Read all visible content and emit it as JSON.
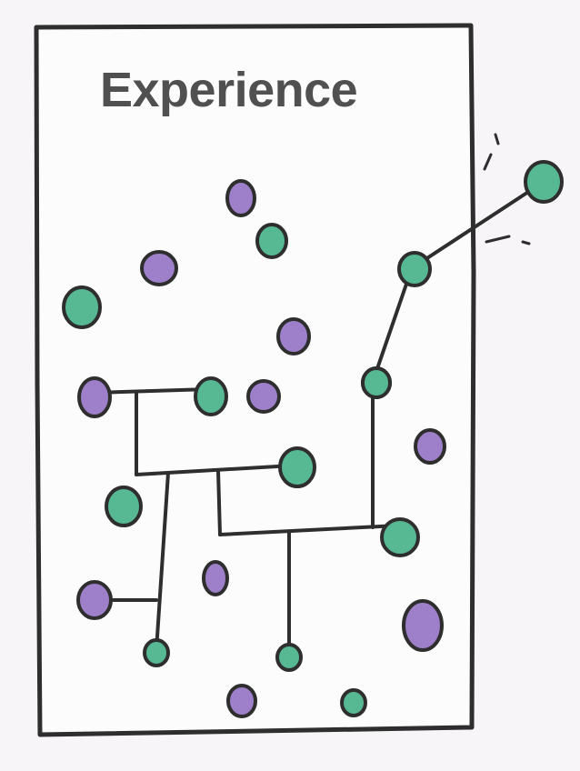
{
  "title": "Experience",
  "colors": {
    "background": "#f7f5f7",
    "box_fill": "#fcfcfd",
    "outline": "#2e2e2e",
    "green": "#57b894",
    "purple": "#9d80c9",
    "title": "#505050"
  },
  "nodes": [
    {
      "id": "n1",
      "color": "purple"
    },
    {
      "id": "n2",
      "color": "green"
    },
    {
      "id": "n3",
      "color": "purple"
    },
    {
      "id": "n4",
      "color": "green"
    },
    {
      "id": "n5",
      "color": "purple"
    },
    {
      "id": "n6",
      "color": "purple"
    },
    {
      "id": "n7",
      "color": "green"
    },
    {
      "id": "n8",
      "color": "purple"
    },
    {
      "id": "n9",
      "color": "green"
    },
    {
      "id": "n10",
      "color": "green"
    },
    {
      "id": "n11",
      "color": "purple"
    },
    {
      "id": "n12",
      "color": "green"
    },
    {
      "id": "n13",
      "color": "purple"
    },
    {
      "id": "n14",
      "color": "purple"
    },
    {
      "id": "n15",
      "color": "green"
    },
    {
      "id": "n16",
      "color": "green"
    },
    {
      "id": "n17",
      "color": "purple"
    },
    {
      "id": "n18",
      "color": "purple"
    },
    {
      "id": "n19",
      "color": "green"
    },
    {
      "id": "n20",
      "color": "green"
    },
    {
      "id": "n21",
      "color": "green"
    },
    {
      "id": "n22",
      "color": "green"
    },
    {
      "id": "n23",
      "color": "green"
    }
  ]
}
